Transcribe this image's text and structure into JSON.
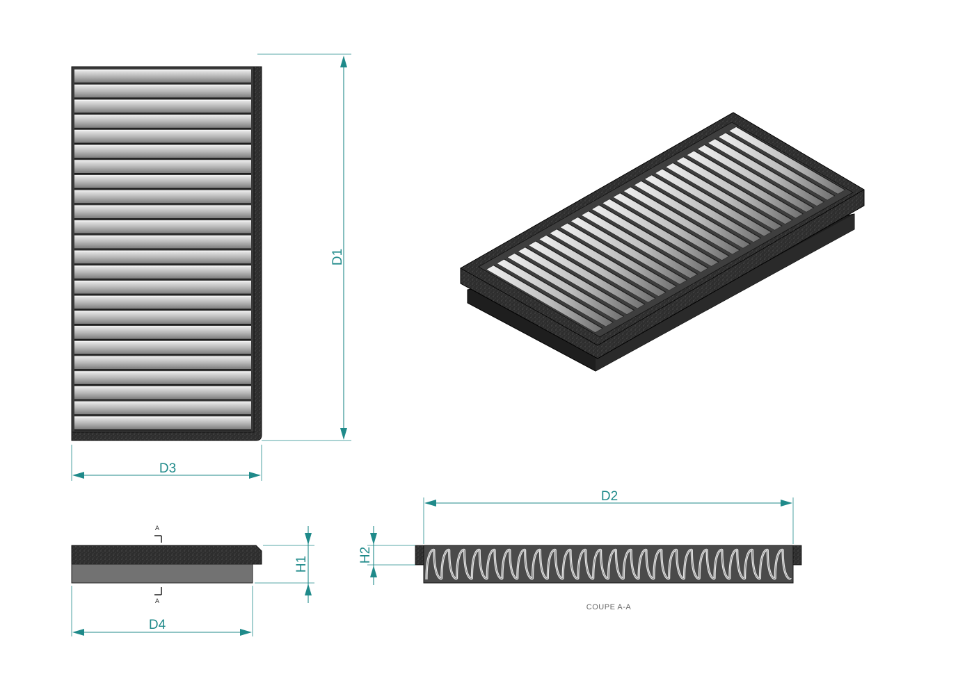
{
  "dimensions": {
    "d1": "D1",
    "d2": "D2",
    "d3": "D3",
    "d4": "D4",
    "h1": "H1",
    "h2": "H2"
  },
  "section": {
    "marker_top": "A",
    "marker_bottom": "A",
    "caption": "COUPE A-A"
  },
  "colors": {
    "dimension": "#1f8a8a",
    "gasket": "#2b2b2b",
    "media": "#bdbdbd",
    "frame_base": "#6d6d6d"
  }
}
